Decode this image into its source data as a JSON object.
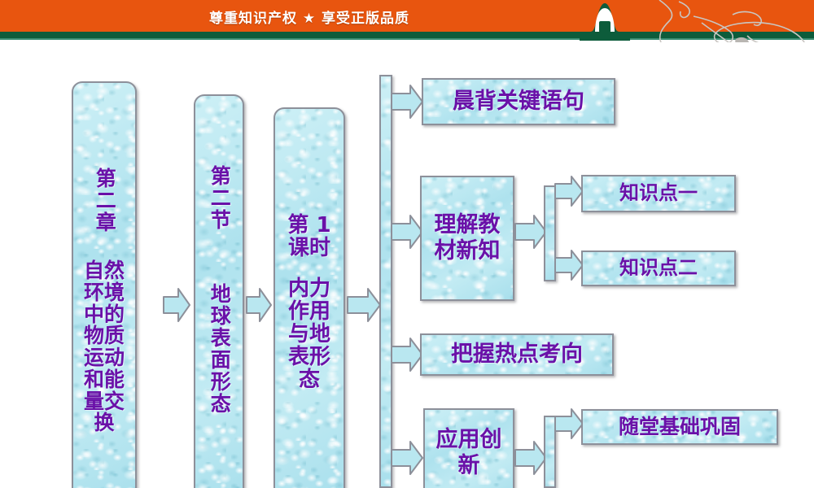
{
  "header": {
    "title": "尊重知识产权 ★ 享受正版品质",
    "orange": "#e8550f",
    "green": "#0d5c3b",
    "bump_icon": "green-notch-shape",
    "decoration_icon": "line-art-flourish"
  },
  "colors": {
    "box_fill": "#b9e7f0",
    "box_border": "#8d909a",
    "text_purple": "#6a11a8",
    "arrow_fill": "#b9e7f0"
  },
  "chain": [
    {
      "name": "chapter",
      "line1": "第二章",
      "line2": "自然环境中的物质运动和能量交换"
    },
    {
      "name": "section",
      "line1": "第二节",
      "line2": "地球表面形态"
    },
    {
      "name": "lesson",
      "line1": "第 1 课时",
      "line2": "内力作用与地表形态"
    }
  ],
  "branches": [
    {
      "name": "morning-recite",
      "label": "晨背关键语句",
      "children": []
    },
    {
      "name": "understand-text",
      "label": "理解教材新知",
      "children": [
        {
          "name": "knowledge-point-1",
          "label": "知识点一"
        },
        {
          "name": "knowledge-point-2",
          "label": "知识点二"
        }
      ]
    },
    {
      "name": "grasp-hot-topics",
      "label": "把握热点考向",
      "children": []
    },
    {
      "name": "apply-innovate",
      "label": "应用创新",
      "children": [
        {
          "name": "classroom-basics",
          "label": "随堂基础巩固"
        }
      ]
    }
  ],
  "arrow_icons": {
    "right": "arrow-right-icon",
    "branch": "branch-arrow-icon"
  }
}
